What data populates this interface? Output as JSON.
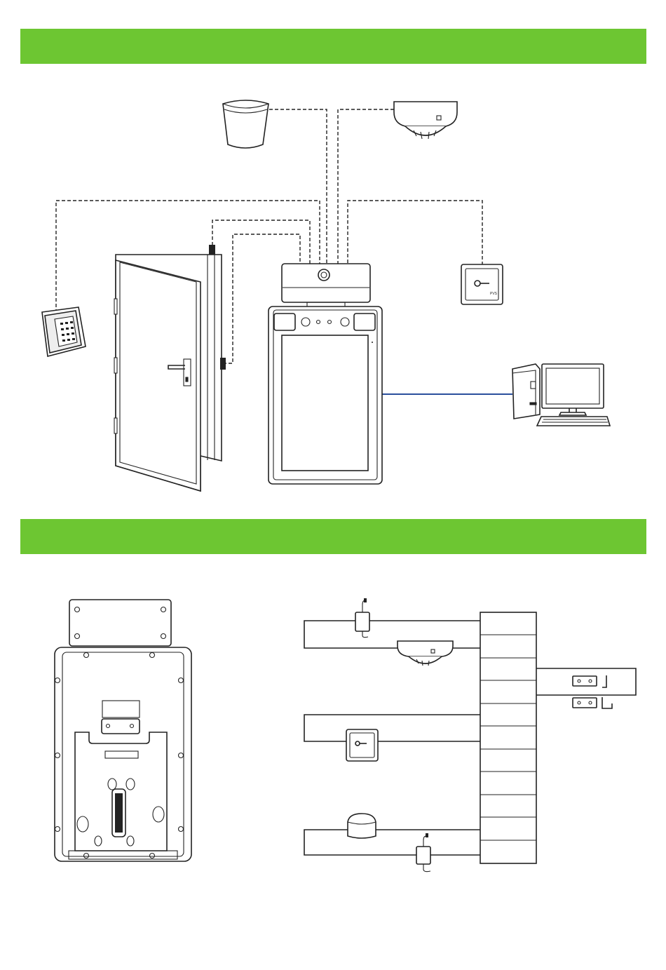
{
  "banners": {
    "color": "#6dc632",
    "count": 2
  },
  "system_diagram": {
    "devices": [
      {
        "name": "alarm-siren-icon"
      },
      {
        "name": "smoke-detector-icon"
      },
      {
        "name": "card-reader-keypad-icon"
      },
      {
        "name": "door-with-lock-sensor-icon"
      },
      {
        "name": "face-terminal-icon"
      },
      {
        "name": "exit-button-icon"
      },
      {
        "name": "desktop-pc-icon"
      }
    ],
    "network_link_color": "#2a4f9c"
  },
  "wiring_diagram": {
    "terminal_block_slots": 11,
    "devices": [
      {
        "name": "power-adapter-icon"
      },
      {
        "name": "smoke-detector-icon"
      },
      {
        "name": "exit-button-icon"
      },
      {
        "name": "alarm-siren-icon"
      },
      {
        "name": "power-adapter-icon"
      },
      {
        "name": "magnetic-lock-icon"
      },
      {
        "name": "door-sensor-icon"
      }
    ]
  },
  "exit_button_mark": "PVS"
}
